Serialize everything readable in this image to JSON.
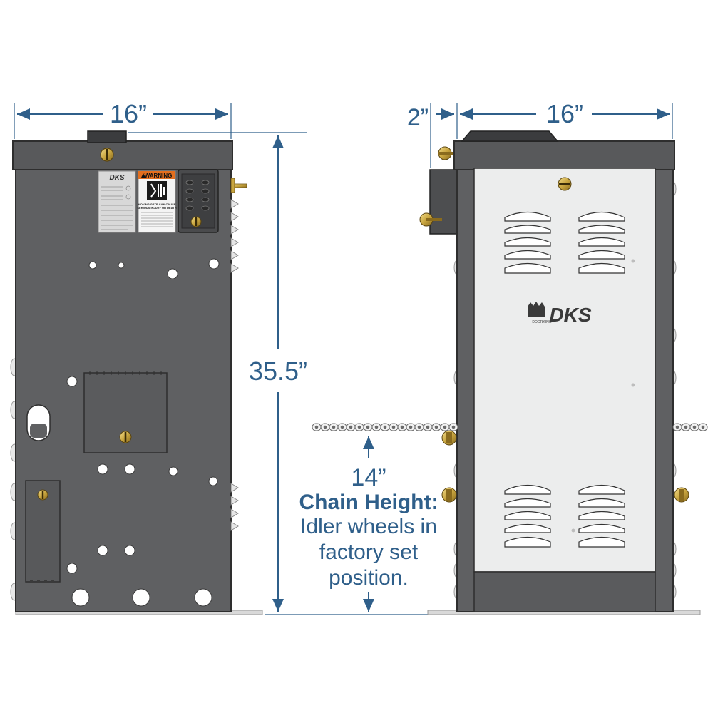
{
  "dimensions": {
    "left_width": "16”",
    "height": "35.5”",
    "right_offset": "2”",
    "right_width": "16”",
    "chain_height": "14”"
  },
  "chain_note": {
    "title": "Chain Height:",
    "line1": "Idler wheels in",
    "line2": "factory set",
    "line3": "position."
  },
  "brand": {
    "logo_text": "DKS",
    "logo_subtext": "DOORKING"
  },
  "warning_label": {
    "header": "WARNING",
    "line1": "MOVING GATE CAN CAUSE",
    "line2": "SERIOUS INJURY OR DEATH"
  },
  "colors": {
    "dimension_blue": "#2f5f8a",
    "cabinet_gray": "#5f6062",
    "panel_white": "#eceded",
    "brass": "#c9a640"
  }
}
